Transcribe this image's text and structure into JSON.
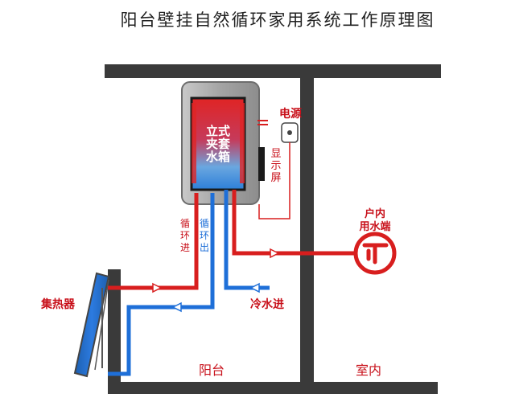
{
  "title": "阳台壁挂自然循环家用系统工作原理图",
  "labels": {
    "tank": [
      "立式",
      "夹套",
      "水箱"
    ],
    "power": "电源",
    "display": [
      "显",
      "示",
      "屏"
    ],
    "loop_in": [
      "循",
      "环",
      "进"
    ],
    "loop_out": [
      "循",
      "环",
      "出"
    ],
    "indoor_outlet": [
      "户内",
      "用水端"
    ],
    "collector": "集热器",
    "cold_in": "冷水进",
    "balcony": "阳台",
    "indoor": "室内"
  },
  "colors": {
    "hot_pipe": "#d81e1e",
    "cold_pipe": "#1e6fd8",
    "wall": "#3a3a3a",
    "text_red": "#c8101a",
    "text_blue": "#1e6fd8",
    "title": "#222222"
  },
  "icons": {
    "faucet": "faucet-icon",
    "power_box": "power-box-icon",
    "flow_arrow": "arrow-icon"
  }
}
